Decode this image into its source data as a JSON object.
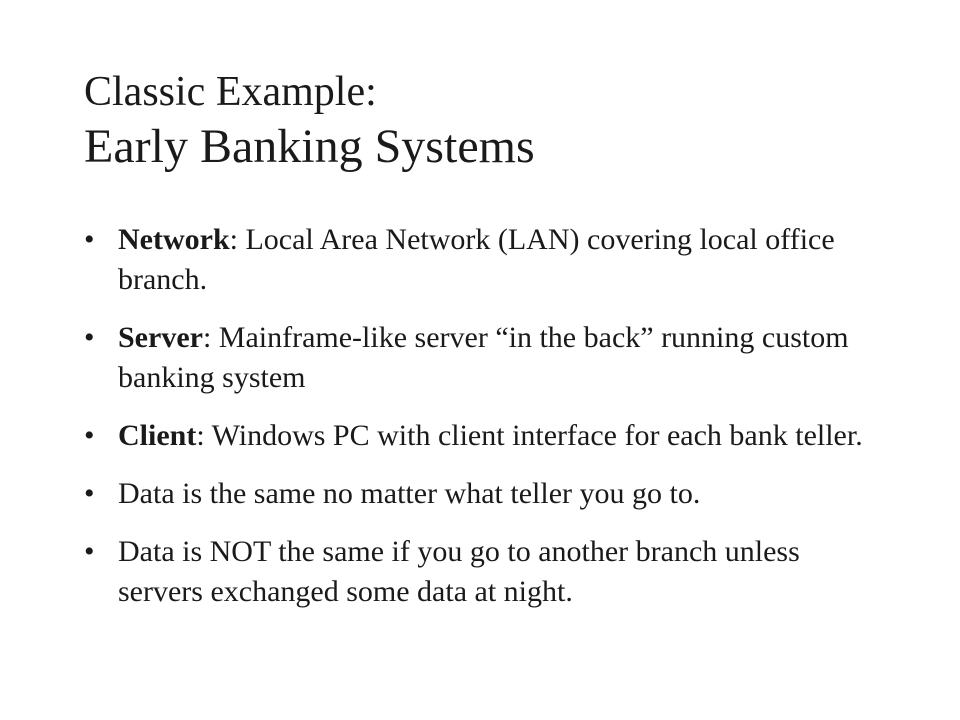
{
  "slide": {
    "title_line1": "Classic Example:",
    "title_line2": "Early Banking Systems",
    "bullet_glyph": "•",
    "bullets": [
      {
        "term": "Network",
        "text": ":  Local Area Network (LAN) covering local office branch."
      },
      {
        "term": "Server",
        "text": ":  Mainframe-like server “in the back” running custom banking system"
      },
      {
        "term": "Client",
        "text": ": Windows PC with client interface for each bank teller."
      },
      {
        "term": "",
        "text": "Data is the same no matter what teller you go to."
      },
      {
        "term": "",
        "text": "Data is NOT the same if you go to another branch unless servers exchanged some data at night."
      }
    ]
  }
}
